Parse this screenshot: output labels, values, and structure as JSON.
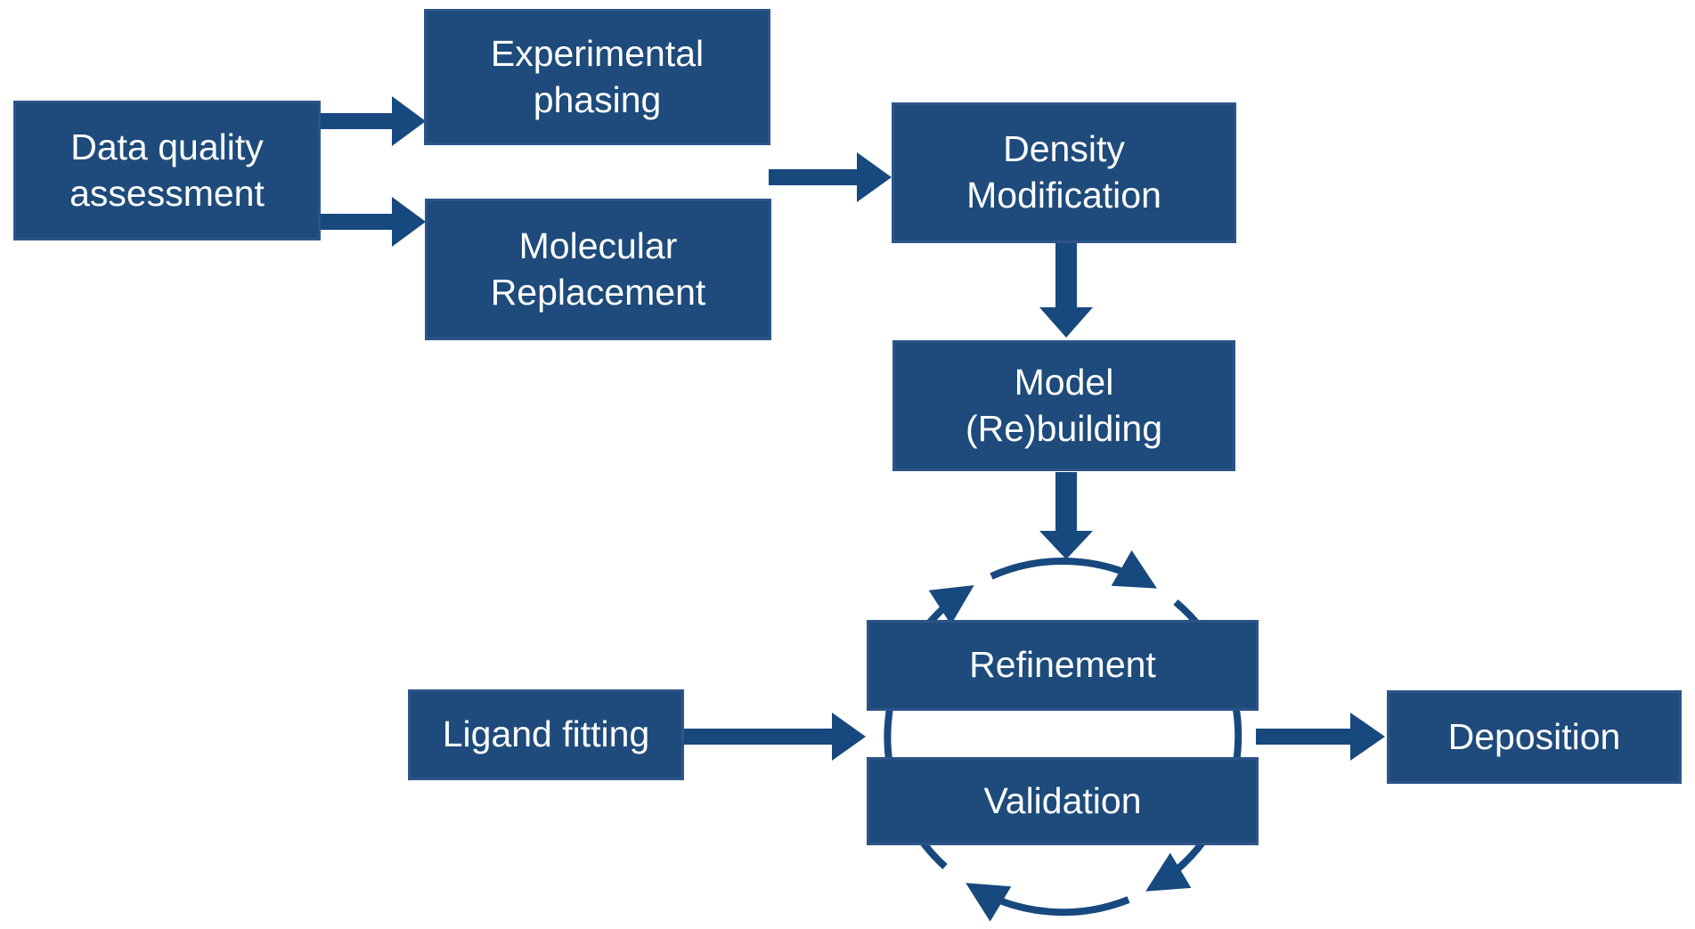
{
  "diagram": {
    "description": "Crystallographic structure determination workflow flowchart",
    "nodes": [
      {
        "id": "data-quality-assessment",
        "label": "Data quality assessment",
        "lines": [
          "Data quality",
          "assessment"
        ]
      },
      {
        "id": "experimental-phasing",
        "label": "Experimental phasing",
        "lines": [
          "Experimental",
          "phasing"
        ]
      },
      {
        "id": "molecular-replacement",
        "label": "Molecular Replacement",
        "lines": [
          "Molecular",
          "Replacement"
        ]
      },
      {
        "id": "density-modification",
        "label": "Density Modification",
        "lines": [
          "Density",
          "Modification"
        ]
      },
      {
        "id": "model-rebuilding",
        "label": "Model (Re)building",
        "lines": [
          "Model",
          "(Re)building"
        ]
      },
      {
        "id": "refinement",
        "label": "Refinement",
        "lines": [
          "Refinement"
        ]
      },
      {
        "id": "validation",
        "label": "Validation",
        "lines": [
          "Validation"
        ]
      },
      {
        "id": "ligand-fitting",
        "label": "Ligand fitting",
        "lines": [
          "Ligand fitting"
        ]
      },
      {
        "id": "deposition",
        "label": "Deposition",
        "lines": [
          "Deposition"
        ]
      }
    ],
    "edges": [
      {
        "from": "data-quality-assessment",
        "to": "experimental-phasing"
      },
      {
        "from": "data-quality-assessment",
        "to": "molecular-replacement"
      },
      {
        "from": "experimental-phasing / molecular-replacement",
        "to": "density-modification"
      },
      {
        "from": "density-modification",
        "to": "model-rebuilding"
      },
      {
        "from": "model-rebuilding",
        "to": "refinement-validation-cycle"
      },
      {
        "from": "ligand-fitting",
        "to": "refinement-validation-cycle"
      },
      {
        "from": "refinement-validation-cycle",
        "to": "deposition"
      }
    ],
    "cycle": {
      "members": [
        "refinement",
        "validation"
      ],
      "direction": "clockwise",
      "arc_arrowheads": 4
    }
  },
  "colors": {
    "box_fill": "#1E4B7B",
    "box_border": "#2D5489",
    "arrow": "#17497E",
    "text": "#FFFFFF",
    "background": "#FFFFFF"
  }
}
